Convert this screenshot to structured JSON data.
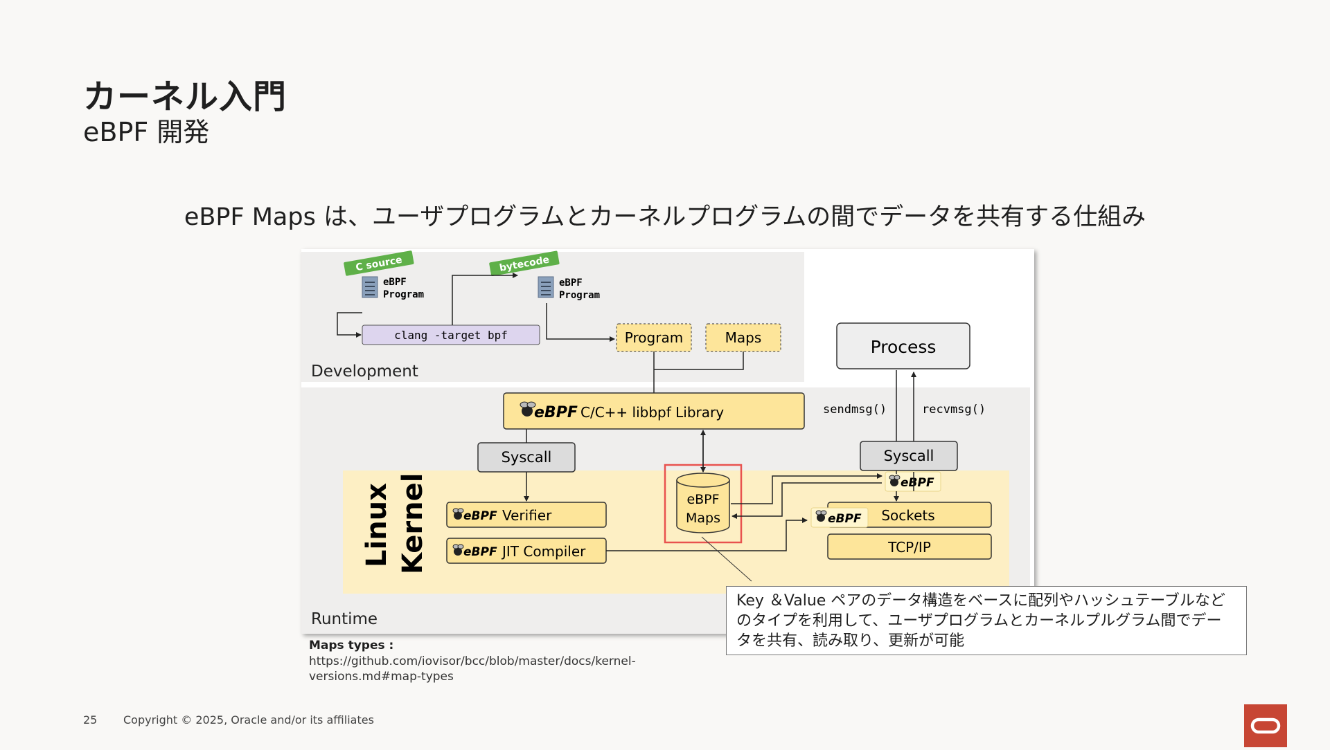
{
  "slide": {
    "title": "カーネル入門",
    "subtitle": "eBPF 開発",
    "headline": "eBPF Maps は、ユーザプログラムとカーネルプログラムの間でデータを共有する仕組み",
    "page_number": "25",
    "copyright": "Copyright © 2025, Oracle and/or its affiliates",
    "logo": "oracle-logo",
    "accent_color": "#c74634"
  },
  "diagram": {
    "dev_label": "Development",
    "runtime_label": "Runtime",
    "c_source_tag": "C source",
    "bytecode_tag": "bytecode",
    "ebpf_word": "eBPF",
    "program_word": "Program",
    "clang_cmd": "clang -target bpf",
    "program_box": "Program",
    "maps_box": "Maps",
    "process_box": "Process",
    "libbpf_text": "C/C++ libbpf Library",
    "sendmsg": "sendmsg()",
    "recvmsg": "recvmsg()",
    "syscall": "Syscall",
    "linux": "Linux",
    "kernel": "Kernel",
    "verifier": "Verifier",
    "jit": "JIT Compiler",
    "maps_db_line1": "eBPF",
    "maps_db_line2": "Maps",
    "sockets": "Sockets",
    "tcpip": "TCP/IP",
    "colors": {
      "kernel_bg": "#fdefc4",
      "box_yellow": "#fde59a",
      "tag_green": "#5fb049",
      "clang_purple": "#ddd5ee",
      "highlight_red": "#e8524f"
    }
  },
  "callout": {
    "text": "Key ＆Value ペアのデータ構造をベースに配列やハッシュテーブルなどのタイプを利用して、ユーザプログラムとカーネルプルグラム間でデータを共有、読み取り、更新が可能"
  },
  "maps_types": {
    "label": "Maps types :",
    "url": "https://github.com/iovisor/bcc/blob/master/docs/kernel-versions.md#map-types"
  }
}
